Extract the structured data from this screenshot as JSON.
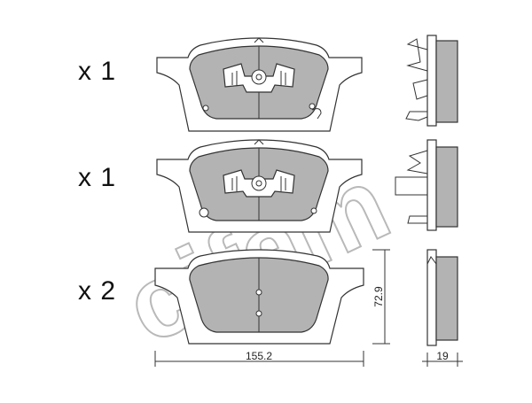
{
  "quantities": {
    "row1": "x 1",
    "row2": "x 1",
    "row3": "x 2"
  },
  "dimensions": {
    "width": "155.2",
    "height": "72.9",
    "thickness": "19"
  },
  "watermark": "cifam",
  "colors": {
    "lining": "#b3b3b3",
    "outline": "#333333",
    "watermark": "#b9b9b9",
    "background": "#ffffff"
  }
}
